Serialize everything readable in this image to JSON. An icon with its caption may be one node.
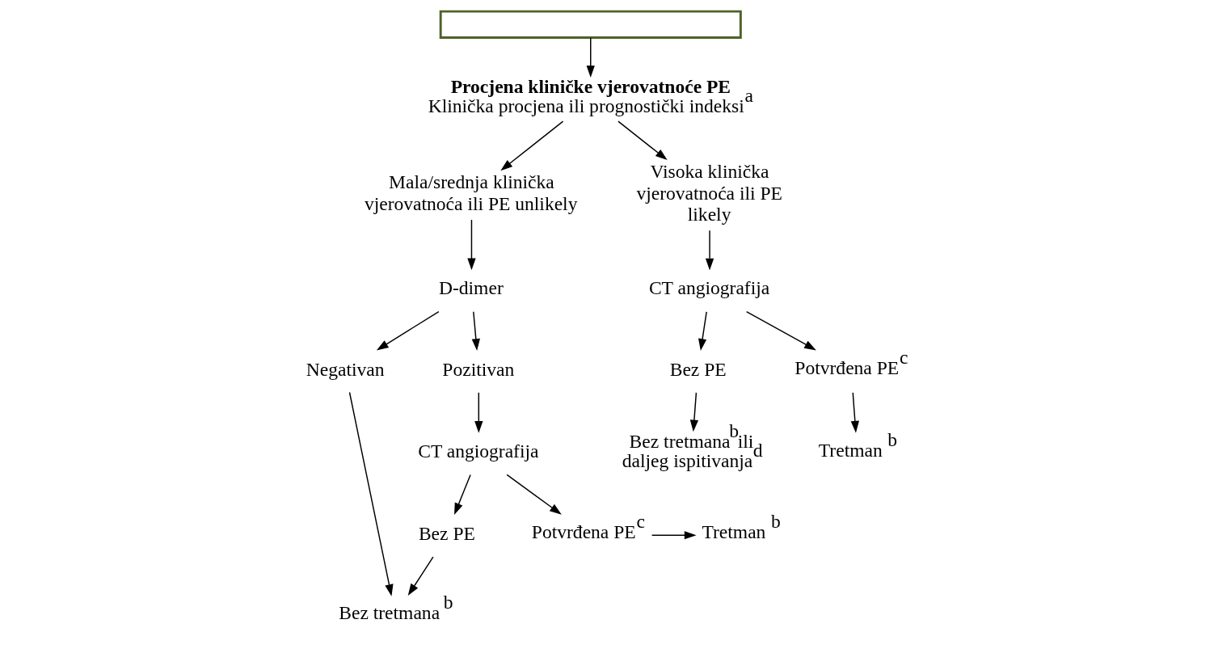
{
  "diagram": {
    "nodes": [
      {
        "text": [],
        "shape": "box"
      },
      {
        "text": [
          "Procjena kliničke vjerovatnoće PE",
          "Klinička procjena ili prognostički indeksi$^{a}$"
        ]
      },
      {
        "text": [
          "Mala/srednja klinička vjerovatnoća ili PE unlikely"
        ]
      },
      {
        "text": [
          "Visoka klinička vjerovatnoća ili PE likely"
        ]
      },
      {
        "text": [
          "D-dimer"
        ]
      },
      {
        "text": [
          "CT angiografija"
        ]
      },
      {
        "text": [
          "Negativan"
        ]
      },
      {
        "text": [
          "Pozitivan"
        ]
      },
      {
        "text": [
          "Bez PE"
        ]
      },
      {
        "text": [
          "Potvrđena PE$^{c}$"
        ]
      },
      {
        "text": [
          "CT angiografija"
        ]
      },
      {
        "text": [
          "Bez PE"
        ]
      },
      {
        "text": [
          "Potvrđena PE$^{c}$"
        ]
      },
      {
        "text": [
          "Tretman $^{b}$"
        ]
      },
      {
        "text": [
          "Bez tretmana $^{b}$"
        ]
      },
      {
        "text": [
          "Bez tretmana$^{b}$ili daljeg ispitivanja$^{d}$"
        ]
      },
      {
        "text": [
          "Tretman $^{b}$"
        ]
      }
    ],
    "edges": [
      {
        "from": 0,
        "to": 1,
        "arrow": "to"
      },
      {
        "from": 1,
        "to": 2,
        "arrow": "to"
      },
      {
        "from": 1,
        "to": 3,
        "arrow": "to"
      },
      {
        "from": 2,
        "to": 4,
        "arrow": "to"
      },
      {
        "from": 3,
        "to": 5,
        "arrow": "to"
      },
      {
        "from": 4,
        "to": 6,
        "arrow": "to"
      },
      {
        "from": 4,
        "to": 7,
        "arrow": "to"
      },
      {
        "from": 5,
        "to": 8,
        "arrow": "to"
      },
      {
        "from": 5,
        "to": 9,
        "arrow": "to"
      },
      {
        "from": 7,
        "to": 10,
        "arrow": "to"
      },
      {
        "from": 10,
        "to": 11,
        "arrow": "to"
      },
      {
        "from": 10,
        "to": 12,
        "arrow": "to"
      },
      {
        "from": 12,
        "to": 13,
        "arrow": "to"
      },
      {
        "from": 6,
        "to": 14,
        "arrow": "to"
      },
      {
        "from": 11,
        "to": 14,
        "arrow": "to"
      },
      {
        "from": 8,
        "to": 15,
        "arrow": "to"
      },
      {
        "from": 9,
        "to": 16,
        "arrow": "to"
      }
    ]
  }
}
